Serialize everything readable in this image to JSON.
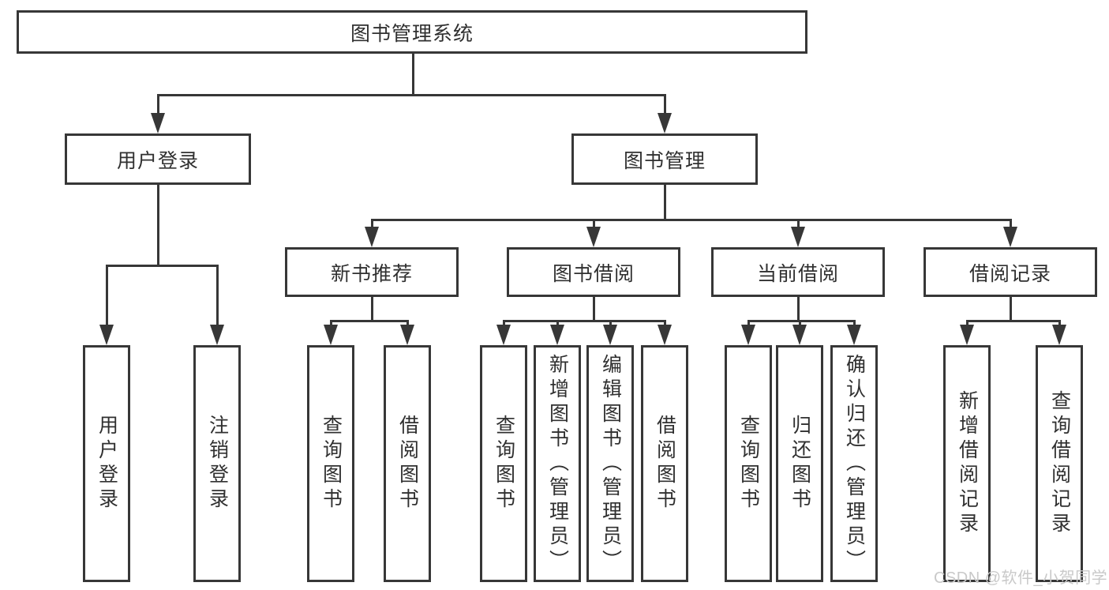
{
  "colors": {
    "line": "#373737",
    "text": "#303030",
    "watermark": "#c9c9c9",
    "background": "#ffffff"
  },
  "watermark": {
    "text": "CSDN @软件_小贺同学"
  },
  "tree": {
    "label": "图书管理系统",
    "children": [
      {
        "label": "用户登录",
        "children": [
          {
            "label": "用户登录"
          },
          {
            "label": "注销登录"
          }
        ]
      },
      {
        "label": "图书管理",
        "children": [
          {
            "label": "新书推荐",
            "children": [
              {
                "label": "查询图书"
              },
              {
                "label": "借阅图书"
              }
            ]
          },
          {
            "label": "图书借阅",
            "children": [
              {
                "label": "查询图书"
              },
              {
                "label": "新增图书（管理员）"
              },
              {
                "label": "编辑图书（管理员）"
              },
              {
                "label": "借阅图书"
              }
            ]
          },
          {
            "label": "当前借阅",
            "children": [
              {
                "label": "查询图书"
              },
              {
                "label": "归还图书"
              },
              {
                "label": "确认归还（管理员）"
              }
            ]
          },
          {
            "label": "借阅记录",
            "children": [
              {
                "label": "新增借阅记录"
              },
              {
                "label": "查询借阅记录"
              }
            ]
          }
        ]
      }
    ]
  }
}
